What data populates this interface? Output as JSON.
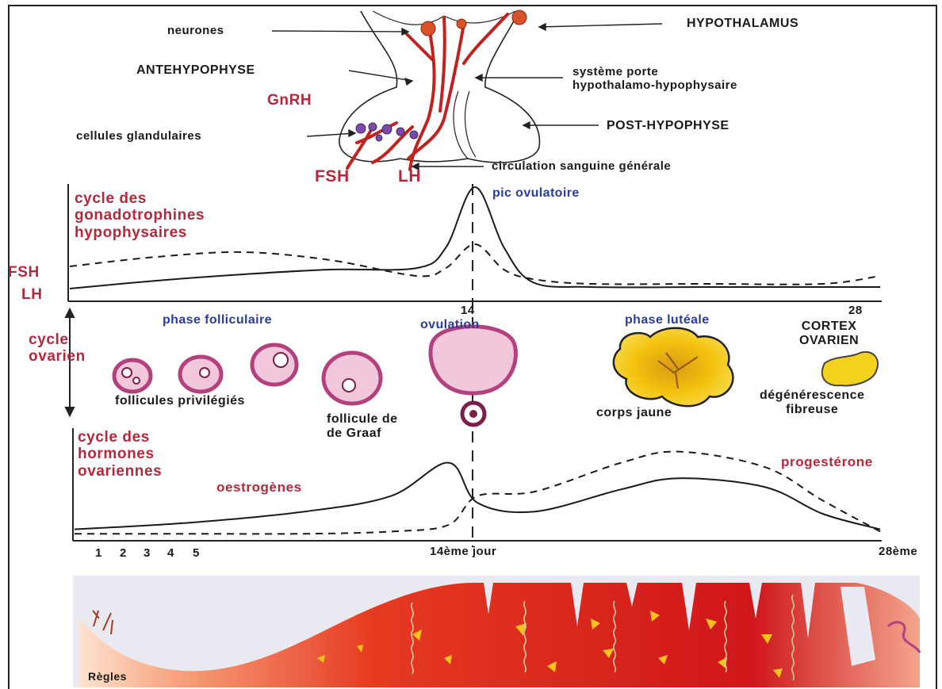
{
  "hypothalamus": {
    "neurones": "neurones",
    "hypothalamus": "HYPOTHALAMUS",
    "antehypophyse": "ANTEHYPOPHYSE",
    "systeme_porte": "système porte\nhypothalamo-hypophysaire",
    "gnrh": "GnRH",
    "cellules": "cellules glandulaires",
    "post_hypophyse": "POST-HYPOPHYSE",
    "fsh": "FSH",
    "lh": "LH",
    "circulation": "circulation sanguine générale"
  },
  "gonadotrophin_chart": {
    "title": "cycle des\ngonadotrophines\nhypophysaires",
    "peak_label": "pic ovulatoire",
    "fsh_label": "FSH",
    "lh_label": "LH",
    "tick_14": "14",
    "tick_28": "28"
  },
  "ovarian_cycle": {
    "title": "cycle\novarien",
    "phase_folliculaire": "phase folliculaire",
    "ovulation": "ovulation",
    "phase_luteale": "phase lutéale",
    "cortex": "CORTEX\nOVARIEN",
    "follicules": "follicules privilégiés",
    "graaf": "follicule de\nde Graaf",
    "corps_jaune": "corps jaune",
    "degenerescence": "dégénérescence\nfibreuse"
  },
  "hormone_chart": {
    "title": "cycle des\nhormones\novariennes",
    "oestrogenes": "oestrogènes",
    "progesterone": "progestérone",
    "day_ticks": [
      "1",
      "2",
      "3",
      "4",
      "5"
    ],
    "day_14": "14ème jour",
    "day_28": "28ème"
  },
  "endometrium": {
    "regles": "Règles"
  },
  "colors": {
    "label_red": "#b5283c",
    "label_blue": "#2a3d9a",
    "follicle_pink": "#b3417e",
    "corpus_yellow": "#f4c20d",
    "endometrium_red": "#d8201c"
  },
  "chart_data": [
    {
      "type": "line",
      "title": "cycle des gonadotrophines hypophysaires",
      "x": [
        0,
        3,
        6,
        9,
        12,
        13,
        14,
        15,
        16,
        18,
        22,
        26,
        28
      ],
      "series": [
        {
          "name": "FSH",
          "values": [
            1.0,
            1.3,
            1.45,
            1.2,
            0.7,
            0.95,
            1.7,
            0.9,
            0.6,
            0.45,
            0.45,
            0.45,
            0.7
          ]
        },
        {
          "name": "LH",
          "values": [
            0.3,
            0.55,
            0.75,
            0.9,
            0.95,
            1.6,
            3.5,
            1.6,
            0.5,
            0.35,
            0.35,
            0.35,
            0.35
          ]
        }
      ],
      "xlabel": "",
      "ylabel": "",
      "xlim": [
        0,
        28
      ],
      "legend": "none"
    },
    {
      "type": "line",
      "title": "cycle des hormones ovariennes",
      "x": [
        0,
        4,
        8,
        11,
        13,
        14,
        16,
        19,
        21,
        24,
        26,
        28
      ],
      "series": [
        {
          "name": "oestrogènes",
          "values": [
            0.3,
            0.6,
            1.1,
            1.8,
            3.3,
            1.5,
            1.1,
            2.1,
            2.6,
            2.2,
            1.0,
            0.3
          ]
        },
        {
          "name": "progestérone",
          "values": [
            0.1,
            0.1,
            0.1,
            0.2,
            0.5,
            1.8,
            2.0,
            3.3,
            3.8,
            3.1,
            1.6,
            0.2
          ]
        }
      ],
      "xlabel": "",
      "ylabel": "",
      "xlim": [
        0,
        28
      ],
      "legend": "none"
    }
  ]
}
